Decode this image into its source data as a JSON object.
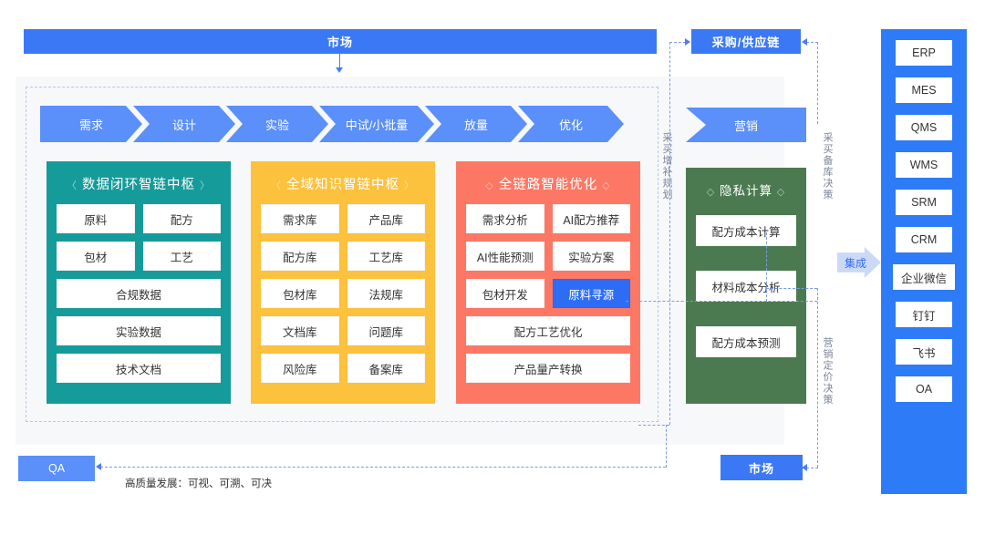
{
  "top_bar": {
    "label": "市场"
  },
  "process_steps": [
    {
      "label": "需求"
    },
    {
      "label": "设计"
    },
    {
      "label": "实验"
    },
    {
      "label": "中试/小批量"
    },
    {
      "label": "放量"
    },
    {
      "label": "优化"
    }
  ],
  "hubs": [
    {
      "id": "data-closed-loop",
      "title": "数据闭环智链中枢",
      "deco": "angle",
      "color": "#169b9b",
      "rows": [
        [
          "原料",
          "配方"
        ],
        [
          "包材",
          "工艺"
        ],
        [
          "合规数据"
        ],
        [
          "实验数据"
        ],
        [
          "技术文档"
        ]
      ]
    },
    {
      "id": "global-knowledge",
      "title": "全域知识智链中枢",
      "deco": "angle",
      "color": "#fcc13d",
      "rows": [
        [
          "需求库",
          "产品库"
        ],
        [
          "配方库",
          "工艺库"
        ],
        [
          "包材库",
          "法规库"
        ],
        [
          "文档库",
          "问题库"
        ],
        [
          "风险库",
          "备案库"
        ]
      ]
    },
    {
      "id": "full-chain-optimization",
      "title": "全链路智能优化",
      "deco": "diamond",
      "color": "#fc7865",
      "rows": [
        [
          "需求分析",
          "AI配方推荐"
        ],
        [
          "AI性能预测",
          "实验方案"
        ],
        [
          "包材开发",
          "原料寻源"
        ],
        [
          "配方工艺优化"
        ],
        [
          "产品量产转换"
        ]
      ],
      "highlight": "原料寻源"
    }
  ],
  "privacy_hub": {
    "id": "privacy-compute",
    "title": "隐私计算",
    "deco": "diamond",
    "color": "#4b7a50",
    "items": [
      "配方成本计算",
      "材料成本分析",
      "配方成本预测"
    ]
  },
  "right_column": {
    "label_arrow": "集成",
    "items": [
      "ERP",
      "MES",
      "QMS",
      "WMS",
      "SRM",
      "CRM",
      "企业微信",
      "钉钉",
      "飞书",
      "OA"
    ]
  },
  "flow_boxes": {
    "procurement": "采购/供应链",
    "marketing": "营销",
    "market_bottom": "市场",
    "qa": "QA"
  },
  "vertical_labels": {
    "left": "采买增补规划",
    "middle": "采买备库决策",
    "right": "营销定价决策"
  },
  "footnote": "高质量发展：可视、可溯、可决",
  "colors": {
    "brand_blue": "#3b78f6",
    "step_blue": "#5b8ff9",
    "teal": "#169b9b",
    "yellow": "#fcc13d",
    "red": "#fc7865",
    "green": "#4b7a50",
    "highlight": "#2d6df6",
    "connector": "#7a9bea"
  }
}
